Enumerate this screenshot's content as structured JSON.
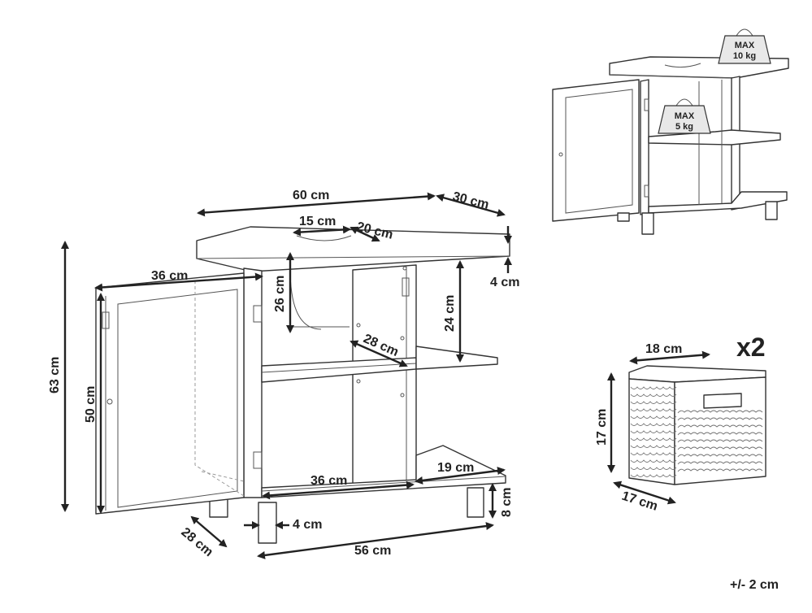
{
  "dimensions": {
    "width_60": "60 cm",
    "depth_30": "30 cm",
    "hole_15": "15 cm",
    "hole_20": "20 cm",
    "top_4": "4 cm",
    "door_36": "36 cm",
    "height_63": "63 cm",
    "door_50": "50 cm",
    "inner_26": "26 cm",
    "inner_24": "24 cm",
    "shelf_28": "28 cm",
    "bottom_36": "36 cm",
    "side_19": "19 cm",
    "leg_8": "8 cm",
    "leg_4": "4 cm",
    "base_56": "56 cm",
    "door_depth_28": "28 cm"
  },
  "load": {
    "top_max": "MAX",
    "top_weight": "10 kg",
    "shelf_max": "MAX",
    "shelf_weight": "5 kg"
  },
  "basket": {
    "quantity": "x2",
    "width": "18 cm",
    "height": "17 cm",
    "depth": "17 cm"
  },
  "tolerance": "+/- 2 cm",
  "colors": {
    "line": "#333333",
    "text": "#222222",
    "weave": "#777777"
  }
}
